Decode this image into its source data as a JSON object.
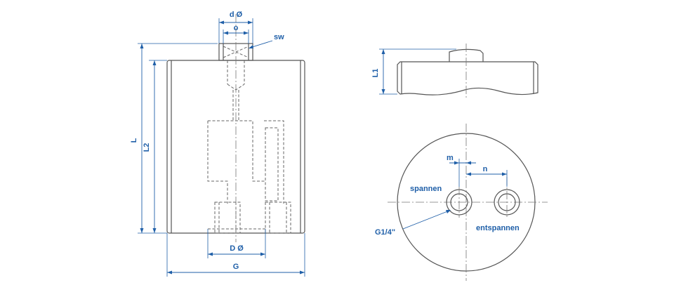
{
  "labels": {
    "d_dia": "d Ø",
    "o": "o",
    "sw": "sw",
    "L": "L",
    "L2": "L2",
    "D_dia": "D Ø",
    "G": "G",
    "L1": "L1",
    "m": "m",
    "n": "n",
    "spannen": "spannen",
    "entspannen": "entspannen",
    "port_thread": "G1/4\""
  },
  "colors": {
    "dimension": "#1f5fa8",
    "outline": "#555555",
    "background": "#ffffff"
  }
}
